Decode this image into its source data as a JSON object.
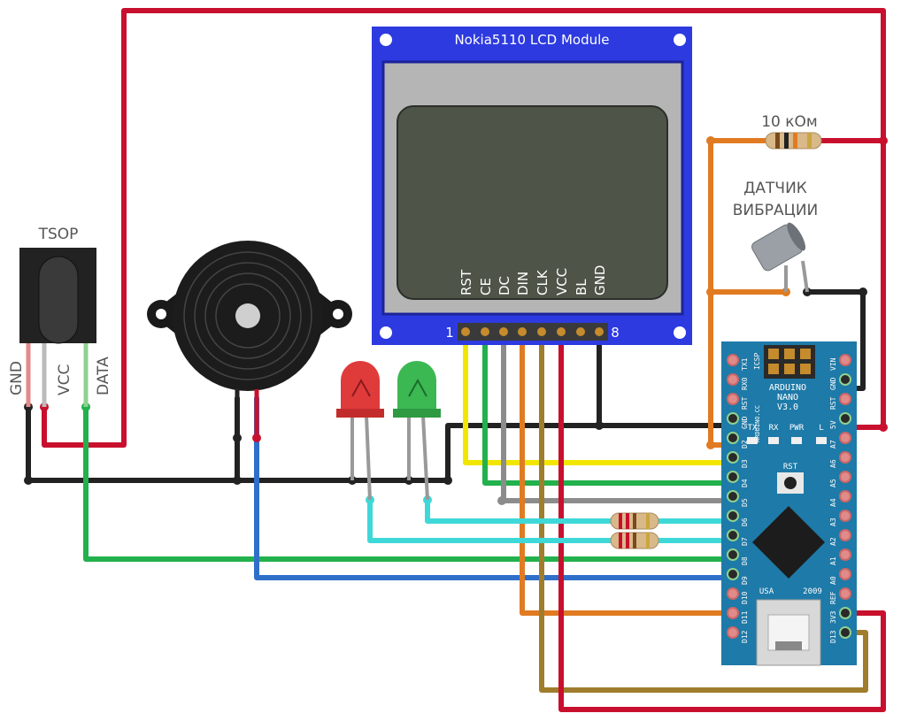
{
  "labels": {
    "tsop": "TSOP",
    "tsop_gnd": "GND",
    "tsop_vcc": "VCC",
    "tsop_data": "DATA",
    "resistor_value": "10 кОм",
    "sensor_line1": "ДАТЧИК",
    "sensor_line2": "ВИБРАЦИИ"
  },
  "lcd": {
    "title": "Nokia5110  LCD  Module",
    "pins": [
      "RST",
      "CE",
      "DC",
      "DIN",
      "CLK",
      "VCC",
      "BL",
      "GND"
    ],
    "pin_first": "1",
    "pin_last": "8"
  },
  "nano": {
    "brand": "ARDUINO",
    "model": "NANO",
    "version": "V3.0",
    "icsp": "ICSP",
    "site": "ARDUINO.CC",
    "usa": "USA",
    "year": "2009",
    "led_labels": [
      "TX",
      "RX",
      "PWR",
      "L"
    ],
    "rst": "RST",
    "left_pins": [
      "D12",
      "D11",
      "D10",
      "D9",
      "D8",
      "D7",
      "D6",
      "D5",
      "D4",
      "D3",
      "D2",
      "GND",
      "RST",
      "RX0",
      "TX1"
    ],
    "right_pins": [
      "D13",
      "3V3",
      "REF",
      "A0",
      "A1",
      "A2",
      "A3",
      "A4",
      "A5",
      "A6",
      "A7",
      "5V",
      "RST",
      "GND",
      "VIN"
    ]
  },
  "colors": {
    "red": "#c8102e",
    "black": "#222222",
    "yellow": "#f2e600",
    "green": "#22b14c",
    "gray": "#8c8c8c",
    "orange": "#e07b22",
    "brown": "#a07d2c",
    "cyan": "#3fd8d8",
    "blue": "#2f6fc9",
    "lcd_blue": "#2d3ae0",
    "nano_blue": "#1e7aa8"
  }
}
